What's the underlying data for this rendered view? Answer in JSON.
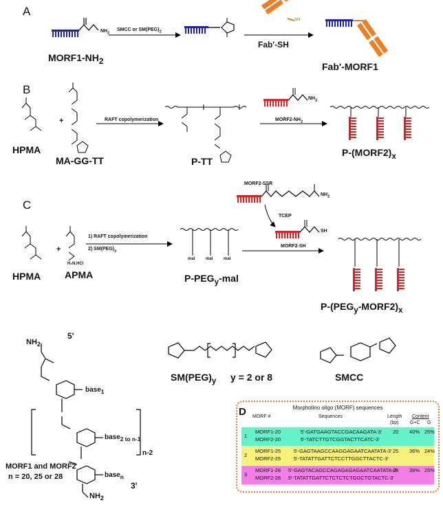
{
  "panel_a": {
    "letter": "A",
    "reagent": "SMCC or SM(PEG)",
    "reagent_sub": "2",
    "morf1_nh2": "MORF1-NH",
    "morf1_nh2_sub": "2",
    "nh2": "NH",
    "nh2_sub": "2",
    "fab_sh_label": "Fab'-SH",
    "sh": "SH",
    "fab_morf1": "Fab'-MORF1"
  },
  "panel_b": {
    "letter": "B",
    "hpma": "HPMA",
    "monomer": "MA-GG-TT",
    "step": "RAFT copolymerization",
    "ptt": "P-TT",
    "reagent": "MORF2-NH",
    "reagent_sub": "2",
    "nh2": "NH",
    "nh2_sub": "2",
    "product": "P-(MORF2)",
    "product_sub": "x"
  },
  "panel_c": {
    "letter": "C",
    "hpma": "HPMA",
    "apma": "APMA",
    "step1": "1) RAFT copolymerization",
    "step2": "2) SM(PEG)",
    "step2_sub": "y",
    "morf2_ssr": "MORF2-SSR",
    "tcep": "TCEP",
    "morf2_sh": "MORF2-SH",
    "sh": "SH",
    "nh2": "NH",
    "nh2_sub": "2",
    "hcl": "H₂N.HCl",
    "peg_intermediate": "P-PEG",
    "peg_intermediate_sub": "y",
    "peg_intermediate_suffix": "-mal",
    "mal": "mal",
    "product": "P-(PEG",
    "product_sub": "y",
    "product_suffix": "-MORF2)",
    "product_sub2": "x"
  },
  "structures": {
    "five_prime": "5'",
    "three_prime": "3'",
    "nh2_top": "NH",
    "nh2_top_sub": "2",
    "nh2_bottom": "NH",
    "nh2_bottom_sub": "2",
    "base1": "base",
    "base1_sub": "1",
    "base_mid": "base",
    "base_mid_sub": "2 to n-1",
    "base_n": "base",
    "base_n_sub": "n",
    "repeat": "n-2",
    "morf_caption_1": "MORF1 and MORF2",
    "morf_caption_2": "n = 20, 25 or 28",
    "smpeg": "SM(PEG)",
    "smpeg_sub": "y",
    "smpeg_note": "y = 2 or 8",
    "smcc": "SMCC"
  },
  "panel_d": {
    "letter": "D",
    "title": "Morpholino oligo (MORF) sequences",
    "headers": {
      "morf": "MORF #",
      "sequences": "Sequences",
      "length": "Length",
      "length_unit": "(bp)",
      "content": "Content",
      "gc": "G+C",
      "g": "G"
    },
    "rows": [
      {
        "num": "1",
        "color": "#66f2c8",
        "names": [
          "MORF1-20",
          "MORF2-20"
        ],
        "seqs": [
          "5'-GATGAAGTACCGACAAGATA-3'",
          "5'-TATCTTGTCGGTACTTCATC-3'"
        ],
        "length": "20",
        "gc": "40%",
        "g": "25%"
      },
      {
        "num": "2",
        "color": "#f7f07a",
        "names": [
          "MORF1-25",
          "MORF2-25"
        ],
        "seqs": [
          "5'-GAGTAAGCCAAGGAGAATCAATATA-3'",
          "5'-TATATTGATTCTCCTTGGCTTACTC-3'"
        ],
        "length": "25",
        "gc": "36%",
        "g": "24%"
      },
      {
        "num": "3",
        "color": "#f47fe8",
        "names": [
          "MORF1-28",
          "MORF2-28"
        ],
        "seqs": [
          "5'-GAGTACAGCCAGAGAGAGAATCAATATA-3'",
          "5'-TATATTGATTCTCTCTCTGGCTGTACTC-3'"
        ],
        "length": "28",
        "gc": "39%",
        "g": "25%"
      }
    ]
  },
  "colors": {
    "morf1": "#2222aa",
    "morf2": "#dd2222",
    "fab": "#e8802a",
    "table_border": "#e8762a"
  }
}
